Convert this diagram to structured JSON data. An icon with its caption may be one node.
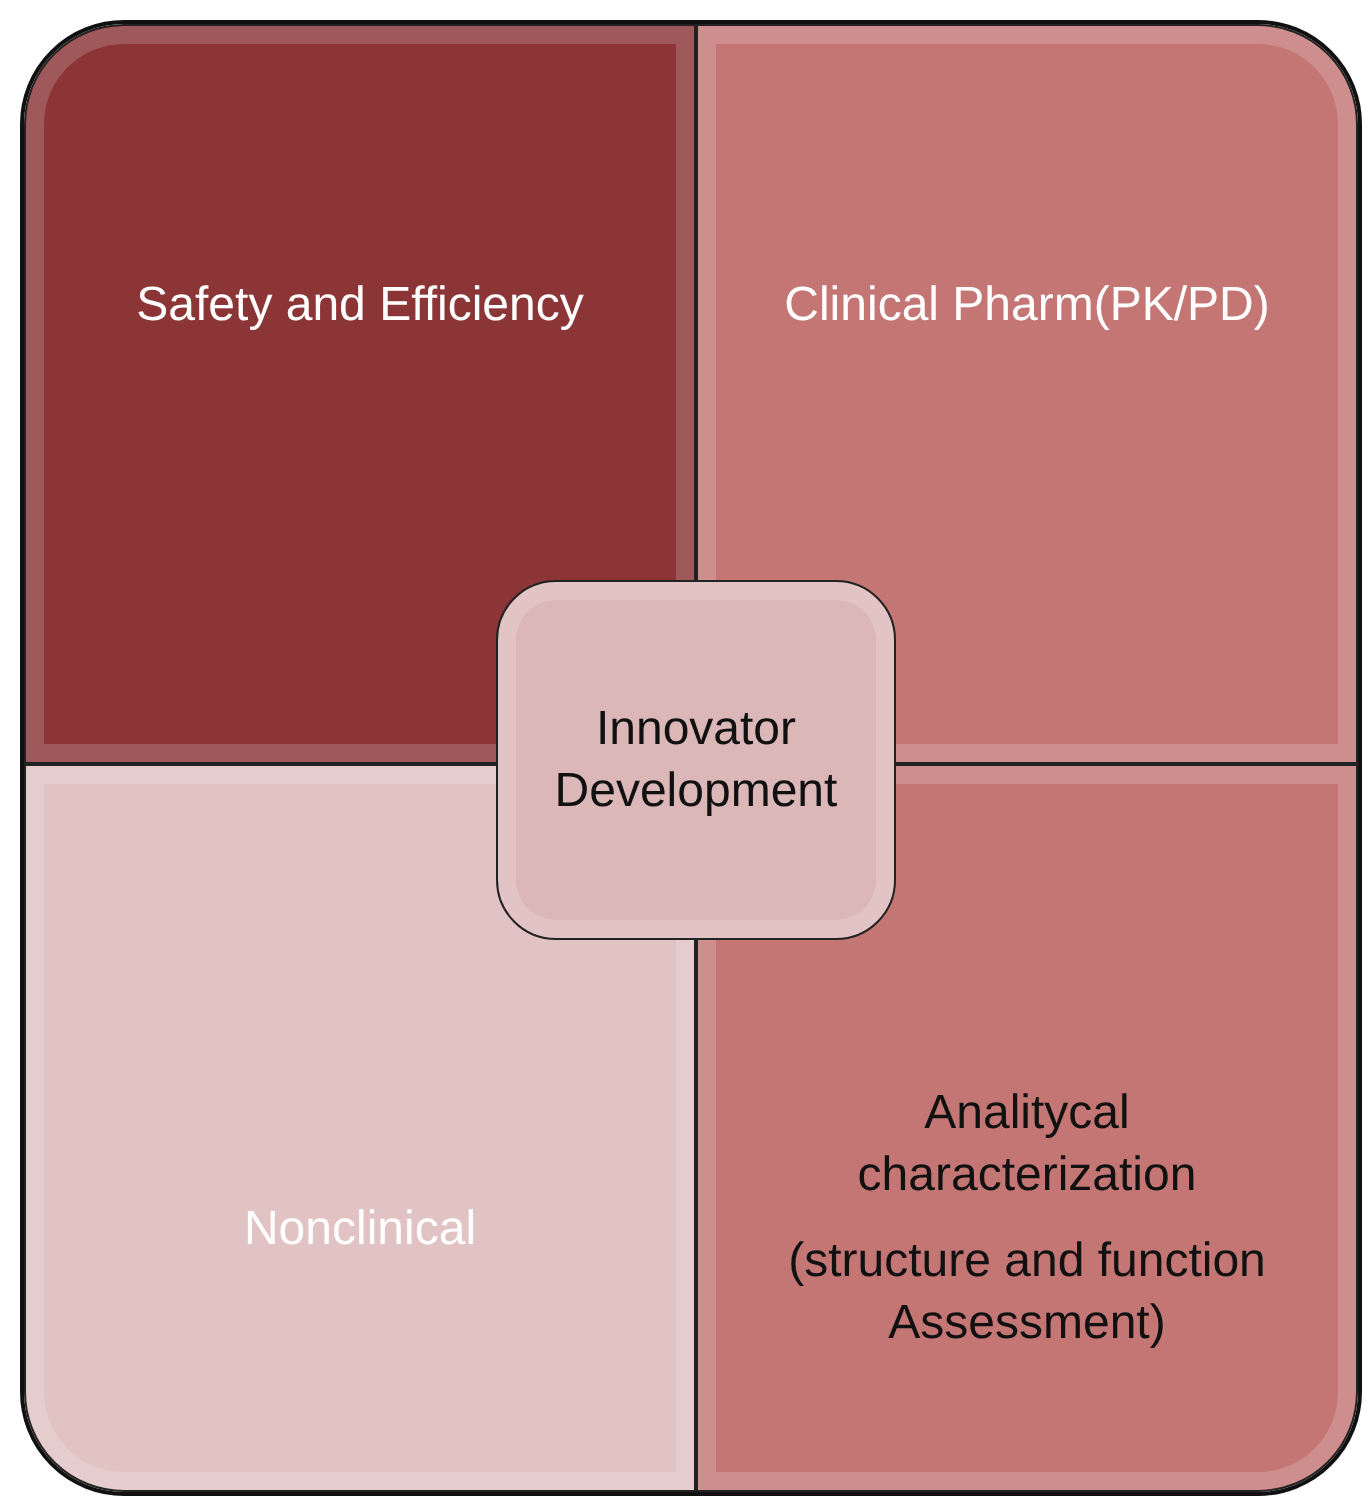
{
  "diagram": {
    "nodes": [
      {
        "text": [
          "Safety and Efficiency"
        ]
      },
      {
        "text": [
          "Clinical Pharm(PK/PD)"
        ]
      },
      {
        "text": [
          "Innovator Development"
        ]
      },
      {
        "text": [
          "Nonclinical"
        ]
      },
      {
        "text": [
          "Analitycal characterization",
          "(structure and function Assessment)"
        ]
      }
    ]
  }
}
